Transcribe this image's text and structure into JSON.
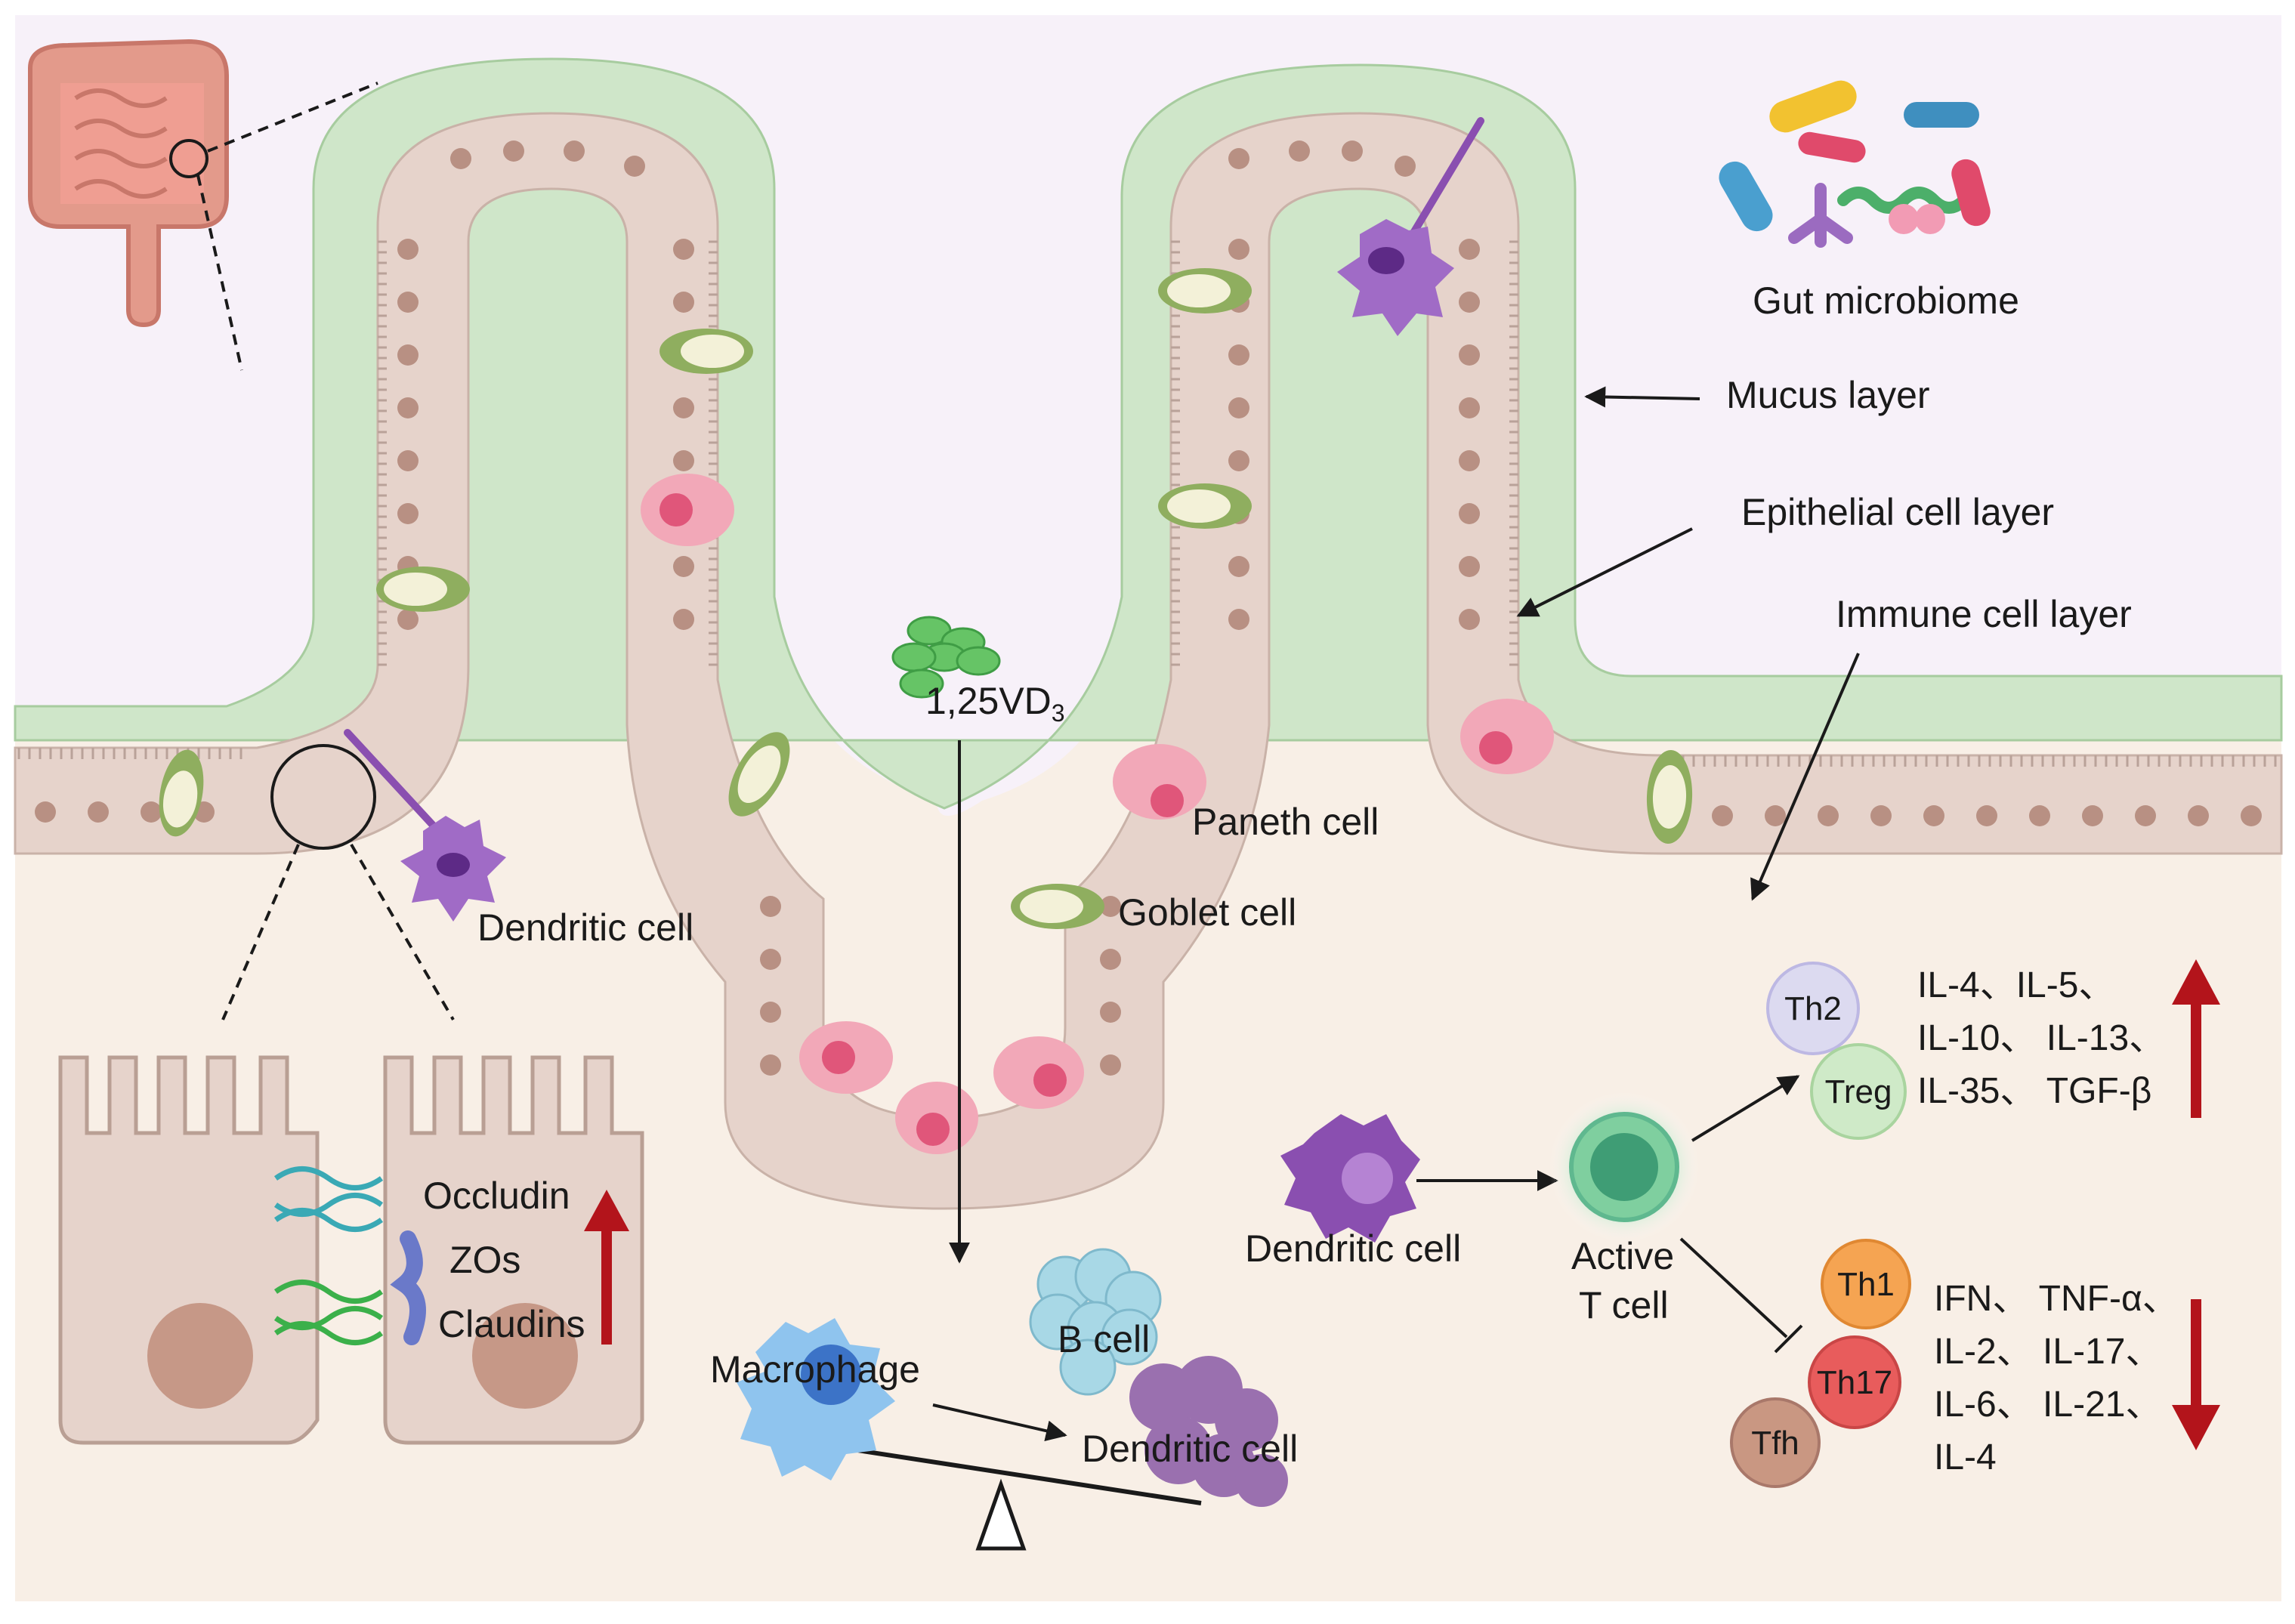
{
  "labels": {
    "gut_microbiome": "Gut microbiome",
    "mucus_layer": "Mucus layer",
    "epithelial_layer": "Epithelial cell layer",
    "immune_layer": "Immune cell layer",
    "vd3": "1,25VD",
    "vd3_sub": "3",
    "paneth": "Paneth cell",
    "goblet": "Goblet cell",
    "dendritic_left": "Dendritic cell",
    "dendritic_mid": "Dendritic cell",
    "dendritic_bottom": "Dendritic cell",
    "occludin": "Occludin",
    "zos": "ZOs",
    "claudins": "Claudins",
    "macrophage": "Macrophage",
    "b_cell": "B cell",
    "active_t_line1": "Active",
    "active_t_line2": "T cell"
  },
  "tcells": {
    "th2": "Th2",
    "treg": "Treg",
    "th1": "Th1",
    "th17": "Th17",
    "tfh": "Tfh"
  },
  "cytokines_up": [
    "IL-4、IL-5、",
    "IL-10、 IL-13、",
    "IL-35、 TGF-β"
  ],
  "cytokines_down": [
    "IFN、 TNF-α、",
    "IL-2、 IL-17、",
    "IL-6、 IL-21、",
    "IL-4"
  ],
  "colors": {
    "lumen": "#f7f1f9",
    "tissue": "#f8efe6",
    "mucus": "#cfe6c9",
    "epithelium": "#e6d3cb",
    "nucleus": "#b89083",
    "goblet": "#8fae5f",
    "paneth": "#f2a8b8",
    "dendritic": "#8a4fb0",
    "arrow_up_down": "#b3141b",
    "treg": "#cfeac8",
    "th2": "#dcdaf0",
    "th1": "#f5a452",
    "th17": "#e85c5c",
    "tfh": "#c99782",
    "active_t": "#5fb88f"
  }
}
